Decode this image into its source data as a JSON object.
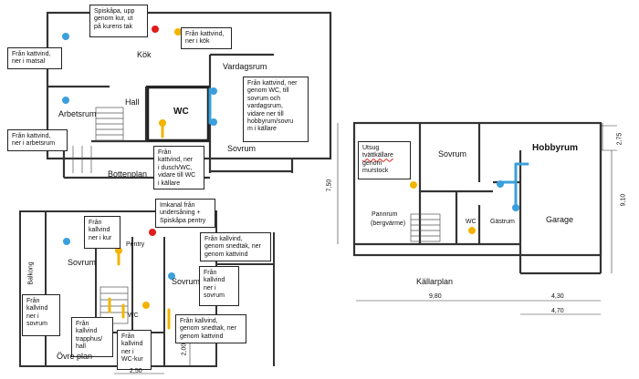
{
  "colors": {
    "wall": "#333333",
    "supply_dot": "#3aa0dc",
    "return_dot": "#f2b400",
    "fireplace_dot": "#e21b1b",
    "pipe_blue": "#3aa0dc",
    "pipe_yellow": "#f2b400"
  },
  "plan1": {
    "rooms": {
      "kok": "Kök",
      "vardagsrum": "Vardagsrum",
      "hall": "Hall",
      "arbetsrum": "Arbetsrum",
      "wc": "WC",
      "sovrum": "Sovrum",
      "title": "Bottenplan"
    },
    "notes": {
      "spiskapa": "Spiskåpa, upp\ngenom kur, ut\npå kurens tak",
      "fran_kattvind_kok": "Från kattvind,\nner i kök",
      "fran_kattvind_matsal": "Från kattvind,\nner i matsal",
      "fran_kattvind_arbetsrum": "Från kattvind,\nner i arbetsrum",
      "fran_kattvind_wc": "Från kattvind, ner\ngenom WC, till\nsovrum och\nvardagsrum,\nvidare ner till\nhobbyrum/sovru\nm i källare",
      "fran_kattvind_dusch": "Från\nkattvind, ner\ni dusch/WC,\nvidare till WC\ni källare"
    }
  },
  "plan2": {
    "rooms": {
      "sovrum_left": "Sovrum",
      "sovrum_right": "Sovrum",
      "pentry": "Pentry",
      "wc": "WC",
      "balkong": "Balkong",
      "title": "Övre plan",
      "dim": "2,00",
      "dim_bottom": "2,50"
    },
    "notes": {
      "imkanal": "Imkanal från\nundersåning +\nSpiskåpa pentry",
      "fran_kallvind_kur": "Från\nkallvind\nner i kur",
      "fran_kallvind_snedtak_top": "Från kallvind,\ngenom snedtak, ner\ngenom kattvind",
      "fran_kallvind_sovrum": "Från\nkallvind\nner i\nsovrum",
      "fran_kallvind_sovrum_left": "Från\nkallvind\nner i\nsovrum",
      "fran_kallvind_trapphus": "Från\nkallvind\ntrapphus/\nhall",
      "fran_kallvind_wckur": "Från\nkallvind\nner i\nWC-kur",
      "fran_kallvind_snedtak_bottom": "Från kallvind,\ngenom snedtak, ner\ngenom kattvind"
    }
  },
  "plan3": {
    "rooms": {
      "sovrum": "Sovrum",
      "hobbyrum": "Hobbyrum",
      "pannrum": "Pannrum",
      "bergvarme": "(bergvärme)",
      "wc": "WC",
      "gastrum": "Gästrum",
      "garage": "Garage",
      "title": "Källarplan"
    },
    "notes": {
      "utsug": "Utsug",
      "tvattkallare": "tvättkällare",
      "genom_murstock": "genom\nmurstock"
    },
    "dims": {
      "height_left": "7,50",
      "height_right_top": "2,75",
      "height_right": "9,10",
      "width_total": "9,80",
      "width_garage_inner": "4,30",
      "width_garage_outer": "4,70"
    }
  }
}
